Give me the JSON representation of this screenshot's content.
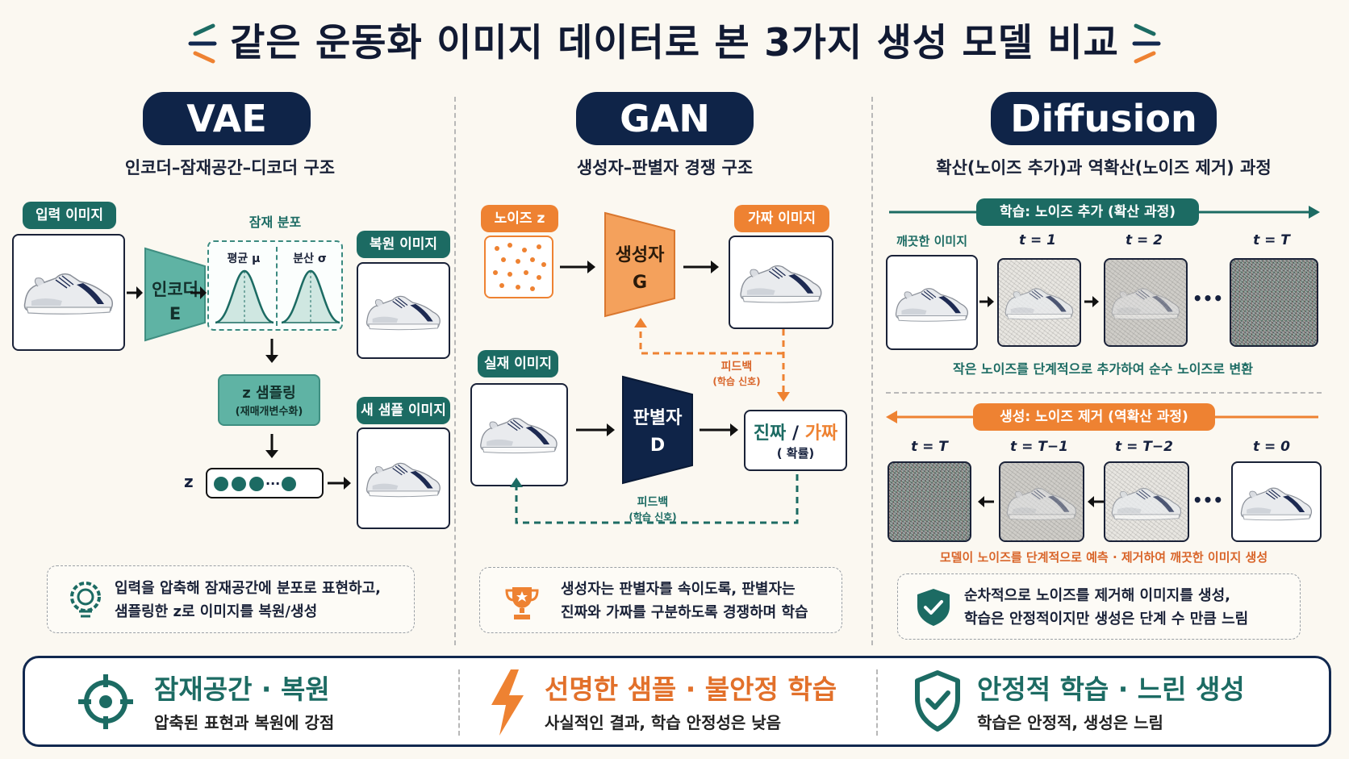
{
  "title": "같은 운동화 이미지 데이터로 본 3가지 생성 모델 비교",
  "vae": {
    "name": "VAE",
    "subtitle": "인코더–잠재공간–디코더 구조",
    "input_tag": "입력 이미지",
    "encoder_line1": "인코더",
    "encoder_line2": "E",
    "latent_title": "잠재 분포",
    "mean_label": "평균 μ",
    "var_label": "분산 σ",
    "sampling_line1": "z 샘플링",
    "sampling_line2": "(재매개변수화)",
    "z_label": "z",
    "z_ellipsis": "···",
    "recon_tag": "복원 이미지",
    "new_tag": "새 샘플 이미지",
    "desc_line1": "입력을 압축해 잠재공간에 분포로 표현하고,",
    "desc_line2": "샘플링한 z로 이미지를 복원/생성"
  },
  "gan": {
    "name": "GAN",
    "subtitle": "생성자–판별자 경쟁 구조",
    "noise_tag": "노이즈 z",
    "gen_line1": "생성자",
    "gen_line2": "G",
    "fake_tag": "가짜 이미지",
    "real_tag": "실재 이미지",
    "disc_line1": "판별자",
    "disc_line2": "D",
    "result_real": "진짜",
    "result_sep": "/",
    "result_fake": "가짜",
    "result_prob": "( 확률)",
    "fb1_title": "피드백",
    "fb1_sub": "(학습 신호)",
    "fb2_title": "피드백",
    "fb2_sub": "(학습 신호)",
    "desc_line1": "생성자는 판별자를 속이도록, 판별자는",
    "desc_line2": "진짜와 가짜를 구분하도록 경쟁하며 학습"
  },
  "diffusion": {
    "name": "Diffusion",
    "subtitle": "확산(노이즈 추가)과 역확산(노이즈 제거) 과정",
    "forward_tag": "학습: 노이즈 추가 (확산 과정)",
    "forward_labels": [
      "깨끗한 이미지",
      "t = 1",
      "t = 2",
      "t = T"
    ],
    "forward_caption": "작은 노이즈를 단계적으로 추가하여 순수 노이즈로 변환",
    "reverse_tag": "생성: 노이즈 제거 (역확산 과정)",
    "reverse_labels": [
      "t = T",
      "t = T−1",
      "t = T−2",
      "t = 0"
    ],
    "reverse_caption": "모델이 노이즈를 단계적으로 예측 · 제거하여 깨끗한 이미지 생성",
    "ellipsis": "•••",
    "desc_line1": "순차적으로 노이즈를 제거해 이미지를 생성,",
    "desc_line2": "학습은 안정적이지만 생성은 단계 수 만큼 느림"
  },
  "footer": [
    {
      "title": "잠재공간 · 복원",
      "sub": "압축된 표현과 복원에 강점"
    },
    {
      "title": "선명한 샘플 · 불안정 학습",
      "sub": "사실적인 결과, 학습 안정성은 낮음"
    },
    {
      "title": "안정적 학습 · 느린 생성",
      "sub": "학습은 안정적, 생성은 느림"
    }
  ],
  "colors": {
    "navy": "#0f2448",
    "teal": "#1c6b63",
    "orange": "#ee8232"
  }
}
